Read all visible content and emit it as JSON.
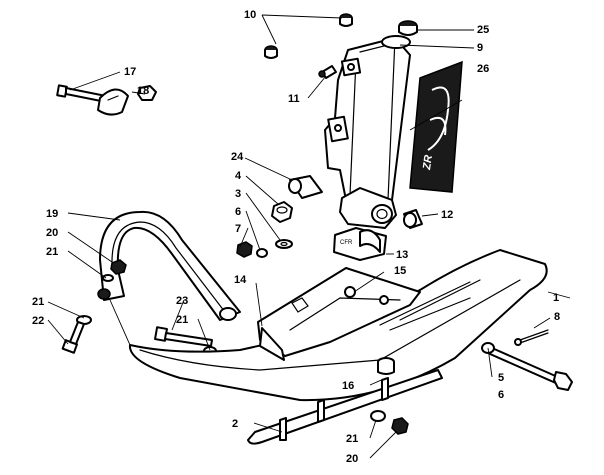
{
  "diagram": {
    "callouts": {
      "c1": "1",
      "c2": "2",
      "c3": "3",
      "c4": "4",
      "c5": "5",
      "c6a": "6",
      "c6b": "6",
      "c7": "7",
      "c8": "8",
      "c9": "9",
      "c10": "10",
      "c11": "11",
      "c12": "12",
      "c13": "13",
      "c14": "14",
      "c15": "15",
      "c16": "16",
      "c17": "17",
      "c18": "18",
      "c19": "19",
      "c20a": "20",
      "c20b": "20",
      "c21a": "21",
      "c21b": "21",
      "c21c": "21",
      "c21d": "21",
      "c22": "22",
      "c23": "23",
      "c24": "24",
      "c25": "25",
      "c26": "26"
    },
    "decal_text": "ZR",
    "bushing_stamp": "CFR"
  }
}
